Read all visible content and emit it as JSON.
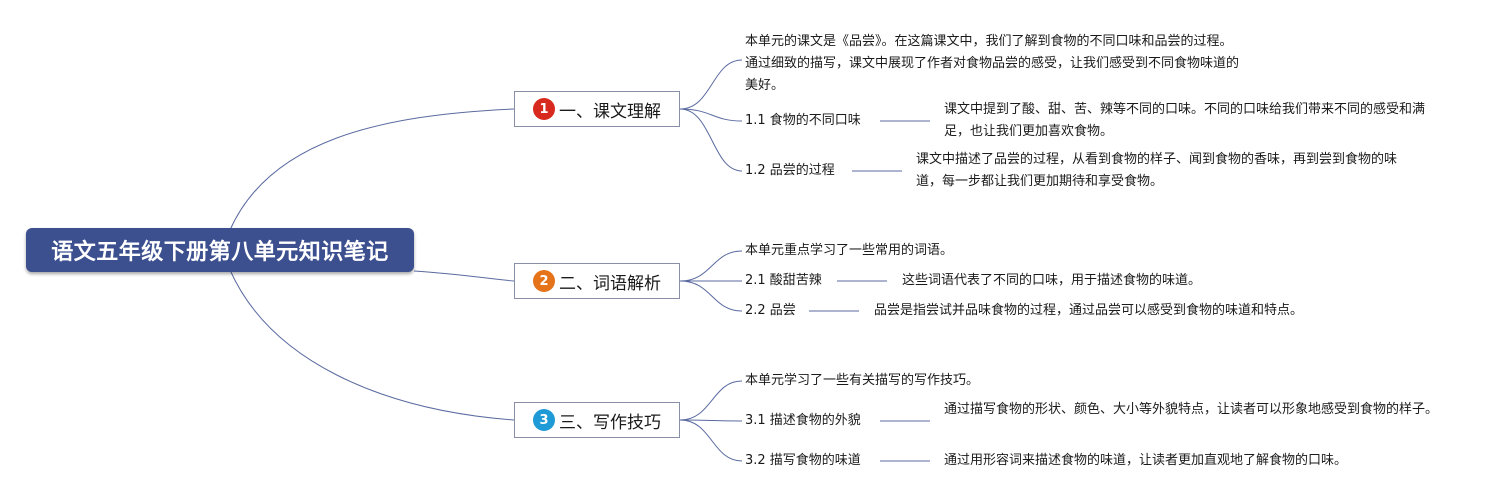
{
  "root": {
    "title": "语文五年级下册第八单元知识笔记"
  },
  "branches": [
    {
      "number": "1",
      "badge_color": "#d8291e",
      "title": "一、课文理解",
      "summary": "本单元的课文是《品尝》。在这篇课文中，我们了解到食物的不同口味和品尝的过程。通过细致的描写，课文中展现了作者对食物品尝的感受，让我们感受到不同食物味道的美好。",
      "items": [
        {
          "label": "1.1 食物的不同口味",
          "detail": "课文中提到了酸、甜、苦、辣等不同的口味。不同的口味给我们带来不同的感受和满足，也让我们更加喜欢食物。"
        },
        {
          "label": "1.2 品尝的过程",
          "detail": "课文中描述了品尝的过程，从看到食物的样子、闻到食物的香味，再到尝到食物的味道，每一步都让我们更加期待和享受食物。"
        }
      ]
    },
    {
      "number": "2",
      "badge_color": "#e5731a",
      "title": "二、词语解析",
      "summary": "本单元重点学习了一些常用的词语。",
      "items": [
        {
          "label": "2.1 酸甜苦辣",
          "detail": "这些词语代表了不同的口味，用于描述食物的味道。"
        },
        {
          "label": "2.2 品尝",
          "detail": "品尝是指尝试并品味食物的过程，通过品尝可以感受到食物的味道和特点。"
        }
      ]
    },
    {
      "number": "3",
      "badge_color": "#1e9ad6",
      "title": "三、写作技巧",
      "summary": "本单元学习了一些有关描写的写作技巧。",
      "items": [
        {
          "label": "3.1 描述食物的外貌",
          "detail": "通过描写食物的形状、颜色、大小等外貌特点，让读者可以形象地感受到食物的样子。"
        },
        {
          "label": "3.2 描写食物的味道",
          "detail": "通过用形容词来描述食物的味道，让读者更加直观地了解食物的口味。"
        }
      ]
    }
  ]
}
